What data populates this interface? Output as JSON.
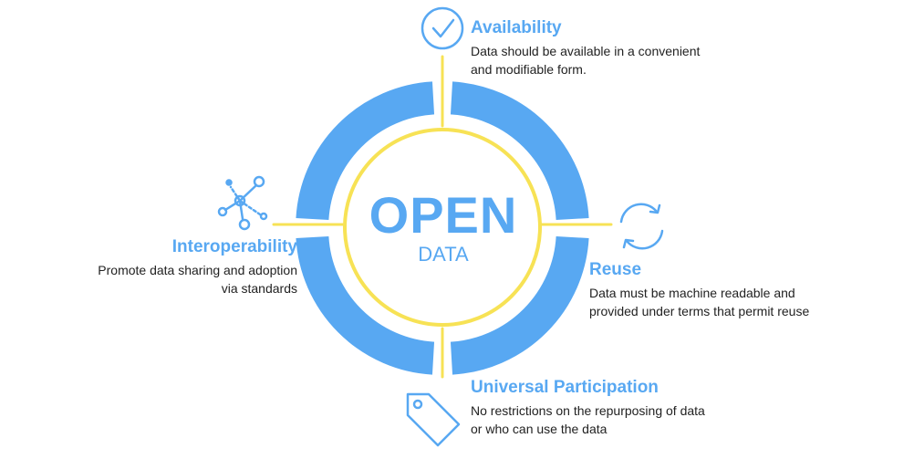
{
  "center": {
    "title": "OPEN",
    "subtitle": "DATA"
  },
  "principles": {
    "availability": {
      "title": "Availability",
      "line1": "Data should  be available in a convenient",
      "line2": "and modifiable form.",
      "icon": "checkmark-circle-icon"
    },
    "interoperability": {
      "title": "Interoperability",
      "line1": "Promote data sharing and adoption",
      "line2": "via standards",
      "icon": "network-nodes-icon"
    },
    "reuse": {
      "title": "Reuse",
      "line1": "Data must be machine readable and",
      "line2": "provided under terms that permit reuse",
      "icon": "refresh-arrows-icon"
    },
    "participation": {
      "title": "Universal Participation",
      "line1": "No restrictions on the repurposing of data",
      "line2": "or who can use the data",
      "icon": "price-tag-icon"
    }
  },
  "colors": {
    "blue": "#58a8f2",
    "yellow": "#f7e255",
    "text": "#222222"
  }
}
